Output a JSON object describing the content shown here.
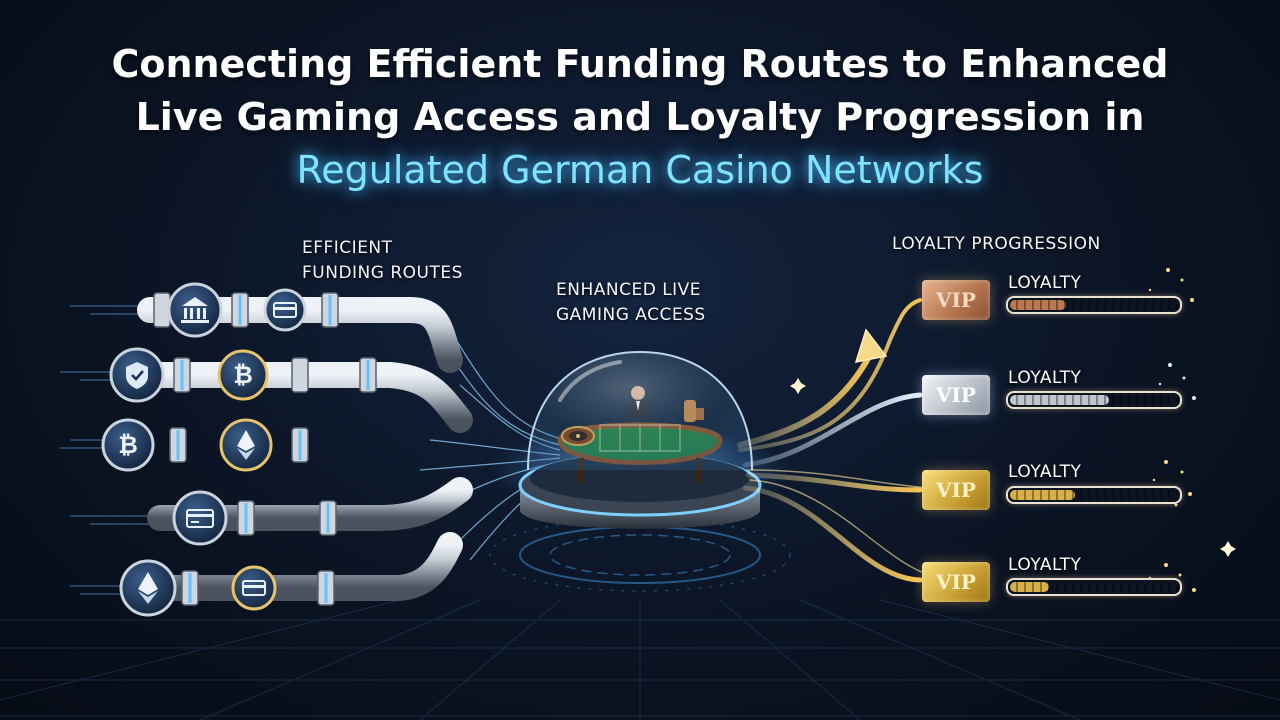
{
  "title": {
    "line1": "Connecting Efficient Funding Routes to Enhanced",
    "line2": "Live Gaming Access and Loyalty Progression in",
    "line3": "Regulated German Casino Networks"
  },
  "labels": {
    "funding": [
      "EFFICIENT",
      "FUNDING ROUTES"
    ],
    "live": [
      "ENHANCED LIVE",
      "GAMING ACCESS"
    ],
    "loyalty_header": "LOYALTY PROGRESSION"
  },
  "funding_routes": [
    {
      "icons": [
        "bank-icon",
        "card-icon"
      ]
    },
    {
      "icons": [
        "shield-icon",
        "bitcoin-icon"
      ]
    },
    {
      "icons": [
        "bitcoin-icon",
        "ethereum-icon"
      ]
    },
    {
      "icons": [
        "card-icon"
      ]
    },
    {
      "icons": [
        "ethereum-icon",
        "card-icon"
      ]
    }
  ],
  "loyalty_tiers": [
    {
      "badge": "VIP",
      "label": "LOYALTY",
      "tier": "bronze",
      "progress": 0.35,
      "color": "#b97a52"
    },
    {
      "badge": "VIP",
      "label": "LOYALTY",
      "tier": "silver",
      "progress": 0.6,
      "color": "#bfc6d0"
    },
    {
      "badge": "VIP",
      "label": "LOYALTY",
      "tier": "gold",
      "progress": 0.4,
      "color": "#d8b04a"
    },
    {
      "badge": "VIP",
      "label": "LOYALTY",
      "tier": "gold",
      "progress": 0.25,
      "color": "#d8b04a"
    }
  ],
  "colors": {
    "background": "#0b1424",
    "accent_cyan": "#7fe3ff",
    "pipe_silver": "#b9c0c9",
    "flow_blue": "#8fd3ff",
    "gold": "#f2c25a",
    "table_green": "#1f7a3c"
  }
}
